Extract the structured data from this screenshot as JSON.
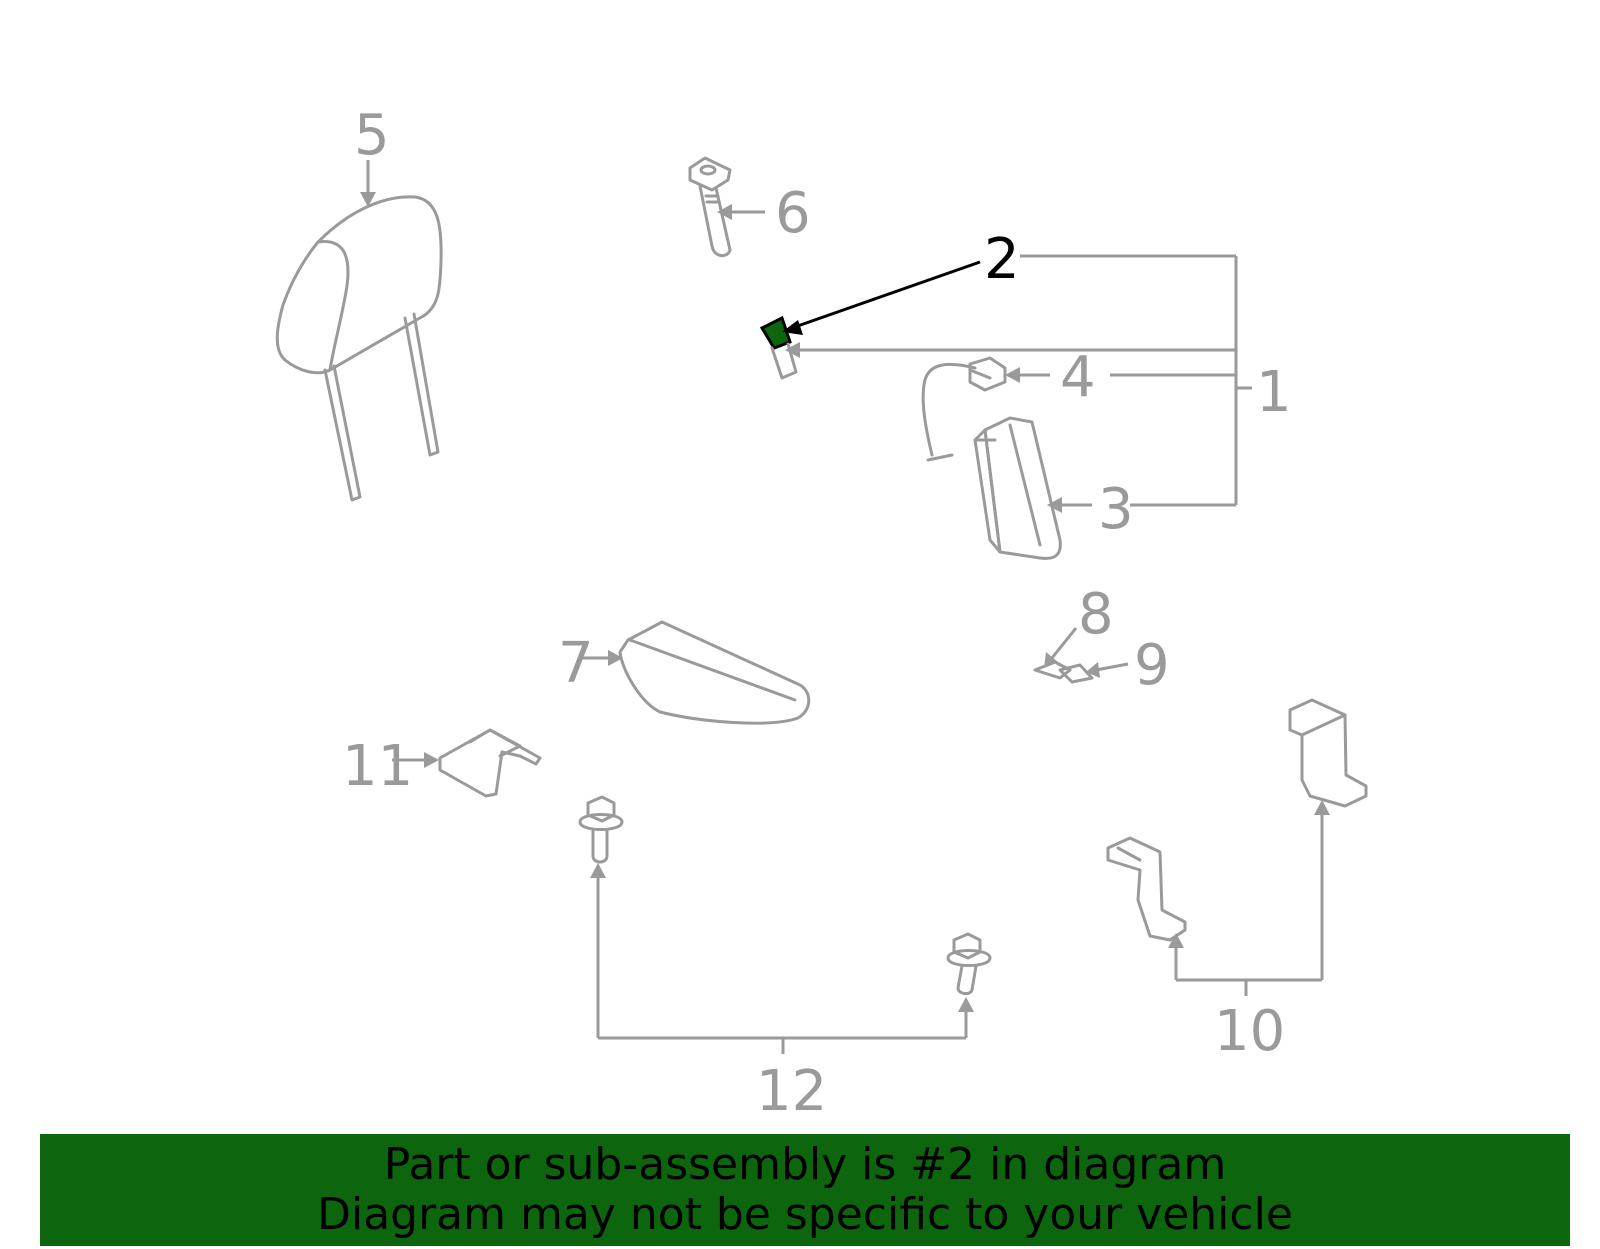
{
  "diagram": {
    "highlighted_part": "2",
    "highlight_color": "#0d660d",
    "part_color": "#9a9a9a",
    "callouts": [
      {
        "id": "c1",
        "label": "1"
      },
      {
        "id": "c2",
        "label": "2"
      },
      {
        "id": "c3",
        "label": "3"
      },
      {
        "id": "c4",
        "label": "4"
      },
      {
        "id": "c5",
        "label": "5"
      },
      {
        "id": "c6",
        "label": "6"
      },
      {
        "id": "c7",
        "label": "7"
      },
      {
        "id": "c8",
        "label": "8"
      },
      {
        "id": "c9",
        "label": "9"
      },
      {
        "id": "c10",
        "label": "10"
      },
      {
        "id": "c11",
        "label": "11"
      },
      {
        "id": "c12",
        "label": "12"
      }
    ]
  },
  "banner": {
    "line1": "Part or sub-assembly is #2 in diagram",
    "line2": "Diagram may not be specific to your vehicle",
    "background": "#0d660d"
  }
}
